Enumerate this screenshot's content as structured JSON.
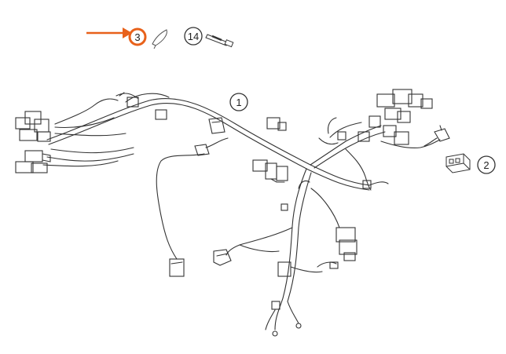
{
  "callouts": {
    "part_3": "3",
    "part_14": "14",
    "part_1": "1",
    "part_2": "2"
  },
  "colors": {
    "highlight": "#e8611a",
    "line": "#333333"
  },
  "icons": {
    "pointer": "arrow-right-icon",
    "cable_tie": "cable-tie-icon",
    "fuse": "fuse-icon",
    "harness": "wiring-harness-icon",
    "connector": "connector-icon"
  }
}
